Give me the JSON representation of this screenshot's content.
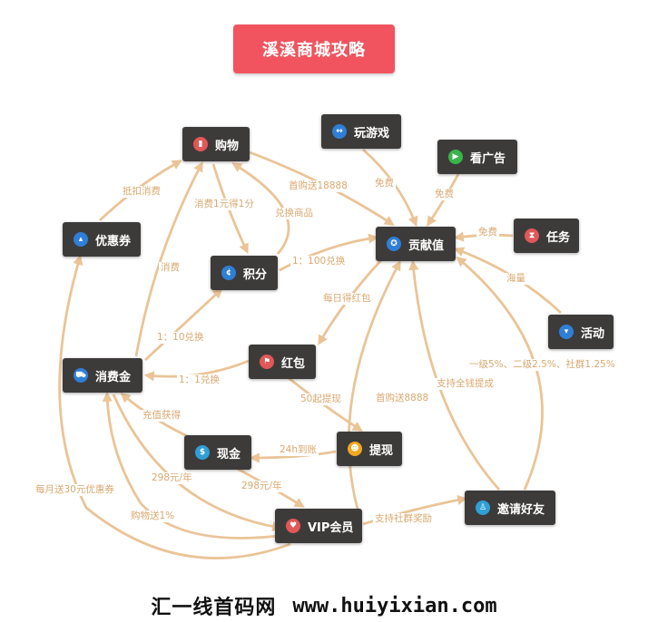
{
  "title": "溪溪商城攻略",
  "nodes": {
    "shopping": {
      "label": "购物",
      "icon": "shopping-bag-icon",
      "icon_color": "#e25757",
      "glyph": "▮"
    },
    "play_games": {
      "label": "玩游戏",
      "icon": "gamepad-icon",
      "icon_color": "#2f7fd6",
      "glyph": "↔"
    },
    "watch_ads": {
      "label": "看广告",
      "icon": "play-icon",
      "icon_color": "#39b54a",
      "glyph": "▶"
    },
    "contribution": {
      "label": "贡献值",
      "icon": "medal-icon",
      "icon_color": "#2f7fd6",
      "glyph": "✪"
    },
    "tasks": {
      "label": "任务",
      "icon": "hourglass-icon",
      "icon_color": "#e25757",
      "glyph": "⧗"
    },
    "coupon": {
      "label": "优惠券",
      "icon": "chart-icon",
      "icon_color": "#2f7fd6",
      "glyph": "▴"
    },
    "points": {
      "label": "积分",
      "icon": "coin-icon",
      "icon_color": "#2f7fd6",
      "glyph": "¢"
    },
    "activity": {
      "label": "活动",
      "icon": "trophy-icon",
      "icon_color": "#2f7fd6",
      "glyph": "▾"
    },
    "consumption_gold": {
      "label": "消费金",
      "icon": "cart-icon",
      "icon_color": "#2f7fd6",
      "glyph": "⛟"
    },
    "red_packet": {
      "label": "红包",
      "icon": "flag-icon",
      "icon_color": "#e25757",
      "glyph": "⚑"
    },
    "withdraw": {
      "label": "提现",
      "icon": "smile-icon",
      "icon_color": "#f0a81e",
      "glyph": "☻"
    },
    "cash": {
      "label": "现金",
      "icon": "dollar-icon",
      "icon_color": "#2f9fd6",
      "glyph": "$"
    },
    "vip": {
      "label": "VIP会员",
      "icon": "heart-icon",
      "icon_color": "#e25757",
      "glyph": "♥"
    },
    "invite": {
      "label": "邀请好友",
      "icon": "user-icon",
      "icon_color": "#2f9fd6",
      "glyph": "♙"
    }
  },
  "edges": {
    "coupon_shopping": "抵扣消费",
    "shopping_points": "消费1元得1分",
    "shopping_contribution": "首购送18888",
    "points_shopping": "兑换商品",
    "play_contribution": "免费",
    "ads_contribution": "免费",
    "tasks_contribution": "免费",
    "points_contribution": "1：100兑换",
    "activity_contribution": "海量",
    "consumption_shopping": "消费",
    "contribution_redpacket": "每日得红包",
    "consumption_points": "1：10兑换",
    "redpacket_consumption": "1：1兑换",
    "redpacket_withdraw": "50起提现",
    "invite_contribution_rebate": "一级5%、二级2.5%、社群1.25%",
    "invite_contribution_full": "支持全钱提成",
    "vip_contribution": "首购送8888",
    "cash_consumption": "充值获得",
    "withdraw_cash": "24h到账",
    "consumption_vip": "298元/年",
    "cash_vip": "298元/年",
    "vip_coupon": "每月送30元优惠券",
    "vip_consumption": "购物送1%",
    "vip_invite": "支持社群奖励"
  },
  "footer": {
    "brand": "汇一线首码网",
    "url": "www.huiyixian.com"
  },
  "colors": {
    "node_bg": "#3d3b3a",
    "title_bg": "#f1545f",
    "arrow": "#eac497",
    "label": "#d9a870"
  }
}
